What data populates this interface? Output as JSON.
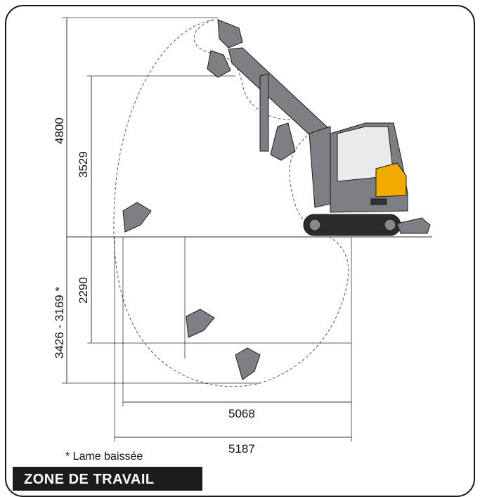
{
  "dimensions": {
    "max_reach_height": "4800",
    "dump_height": "3529",
    "digging_depth": "3426 - 3169 *",
    "vertical_wall_depth": "2290",
    "reach_at_ground": "5068",
    "max_reach": "5187"
  },
  "footnote": "* Lame baissée",
  "banner": "ZONE DE TRAVAIL",
  "colors": {
    "machine_gray": "#7d7f82",
    "accent_yellow": "#f2a900",
    "outline": "#1a1a1a"
  }
}
